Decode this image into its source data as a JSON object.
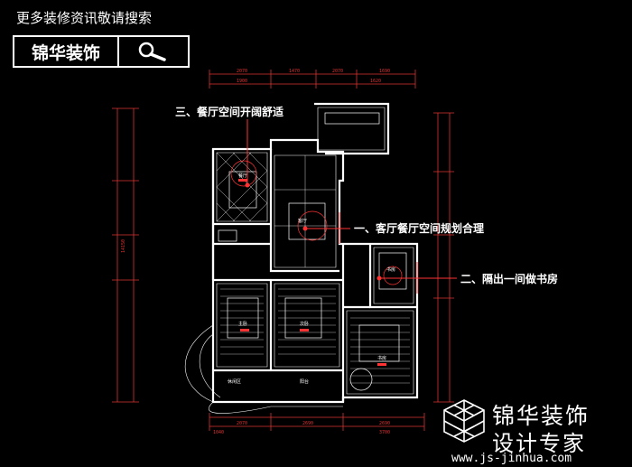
{
  "header": {
    "banner_text": "更多装修资讯敬请搜索",
    "brand_name": "锦华装饰",
    "search_icon": "magnifier-icon"
  },
  "annotations": [
    "三、餐厅空间开阔舒适",
    "一、客厅餐厅空间规划合理",
    "二、隔出一间做书房"
  ],
  "watermark": {
    "name": "锦华装饰",
    "tagline": "设计专家",
    "url": "www.js-jinhua.com",
    "logo_icon": "cube-logo-icon"
  },
  "colors": {
    "background": "#000000",
    "walls": "#ffffff",
    "dimensions": "#dd2222",
    "leaders": "#ff3333"
  }
}
